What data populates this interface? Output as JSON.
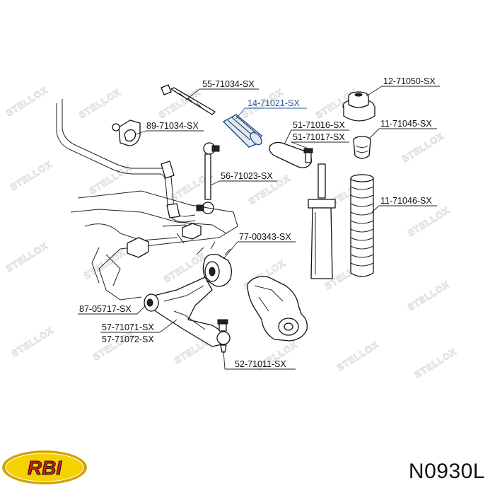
{
  "diagram": {
    "watermark": "STELLOX",
    "labels": [
      {
        "id": "55-71034",
        "text": "55-71034-SX"
      },
      {
        "id": "14-71021",
        "text": "14-71021-SX",
        "highlight": true
      },
      {
        "id": "12-71050",
        "text": "12-71050-SX"
      },
      {
        "id": "89-71034",
        "text": "89-71034-SX"
      },
      {
        "id": "51-71016",
        "text": "51-71016-SX"
      },
      {
        "id": "51-71017",
        "text": "51-71017-SX"
      },
      {
        "id": "11-71045",
        "text": "11-71045-SX"
      },
      {
        "id": "56-71023",
        "text": "56-71023-SX"
      },
      {
        "id": "11-71046",
        "text": "11-71046-SX"
      },
      {
        "id": "77-00343",
        "text": "77-00343-SX"
      },
      {
        "id": "87-05717",
        "text": "87-05717-SX"
      },
      {
        "id": "57-71071",
        "text": "57-71071-SX"
      },
      {
        "id": "57-71072",
        "text": "57-71072-SX"
      },
      {
        "id": "52-71011",
        "text": "52-71011-SX"
      }
    ]
  },
  "logo": {
    "text": "RBI",
    "colors": {
      "fill": "#f5d100",
      "ring": "#d4a300",
      "text": "#d21a1a"
    }
  },
  "part_code": "N0930L",
  "colors": {
    "highlight": "#2a5c9a",
    "ink": "#111111",
    "watermark": "#cfcfcf"
  }
}
